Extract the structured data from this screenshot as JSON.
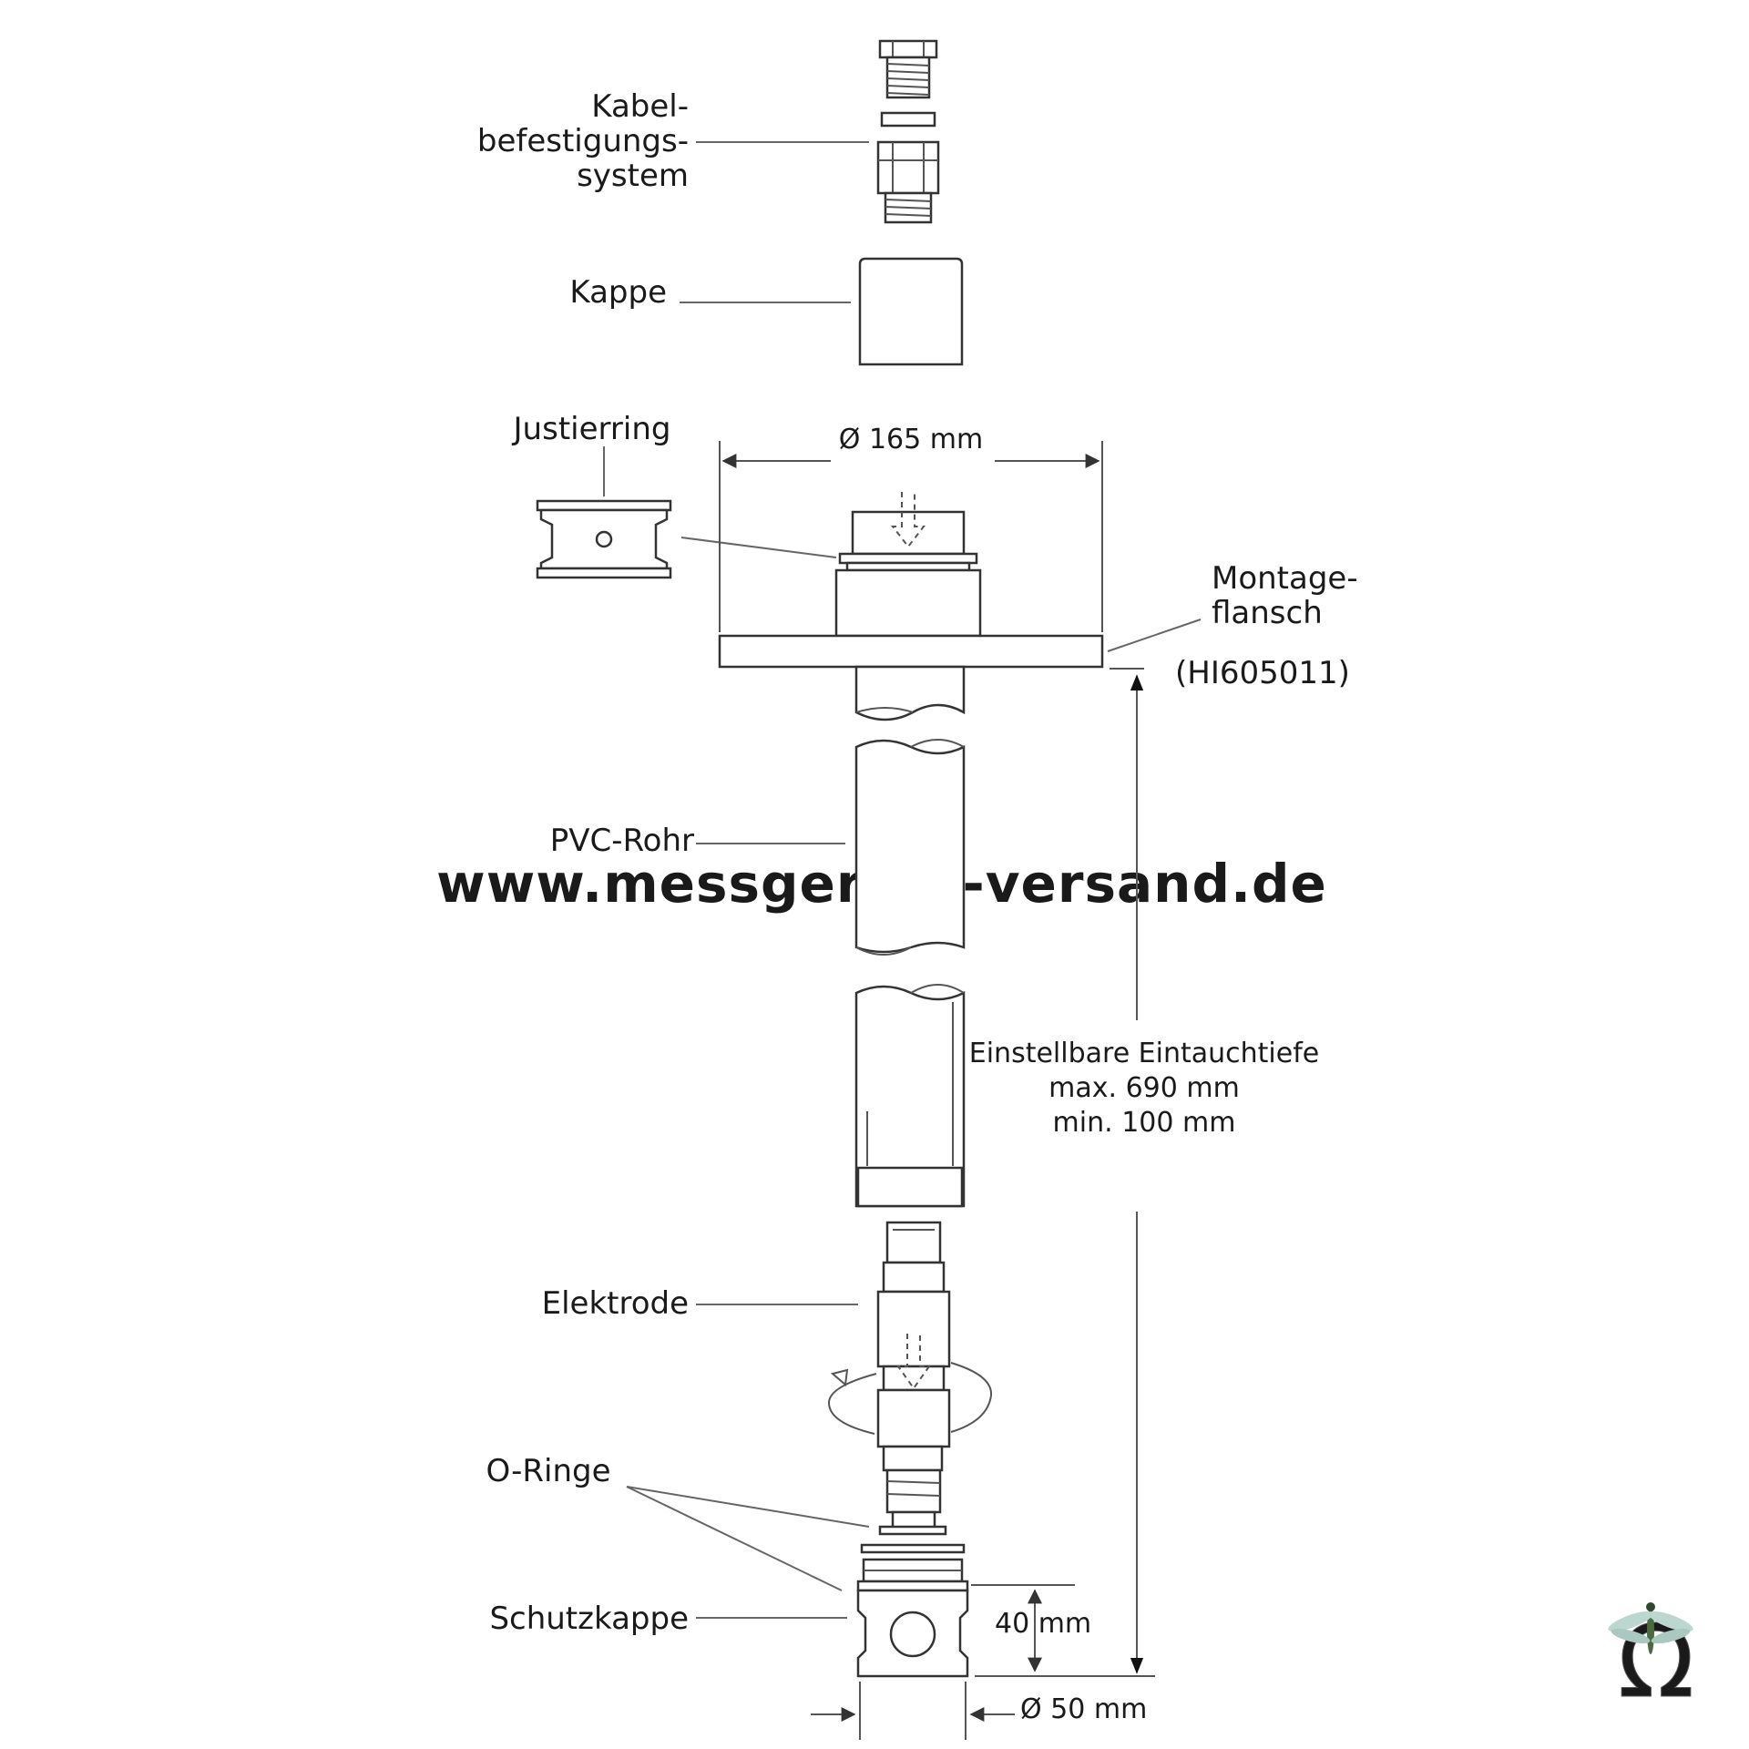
{
  "labels": {
    "cable_fixing_line1": "Kabel-",
    "cable_fixing_line2": "befestigungs-",
    "cable_fixing_line3": "system",
    "cap": "Kappe",
    "adjusting_ring": "Justierring",
    "mounting_flange_line1": "Montage-",
    "mounting_flange_line2": "flansch",
    "model_code": "(HI605011)",
    "pvc_pipe": "PVC-Rohr",
    "electrode": "Elektrode",
    "o_rings": "O-Ringe",
    "protective_cap": "Schutzkappe"
  },
  "dimensions": {
    "flange_diameter": "Ø 165 mm",
    "immersion_line1": "Einstellbare Eintauchtiefe",
    "immersion_line2": "max. 690 mm",
    "immersion_line3": "min. 100 mm",
    "cap_height": "40 mm",
    "pipe_diameter": "Ø 50 mm"
  },
  "watermark": "www.messgeräte-versand.de",
  "logo": {
    "symbol": "Ω",
    "icon": "dragonfly-omega-logo"
  },
  "colors": {
    "line": "#333333",
    "leader": "#666666",
    "watermark": "#ececec",
    "background": "#ffffff"
  }
}
